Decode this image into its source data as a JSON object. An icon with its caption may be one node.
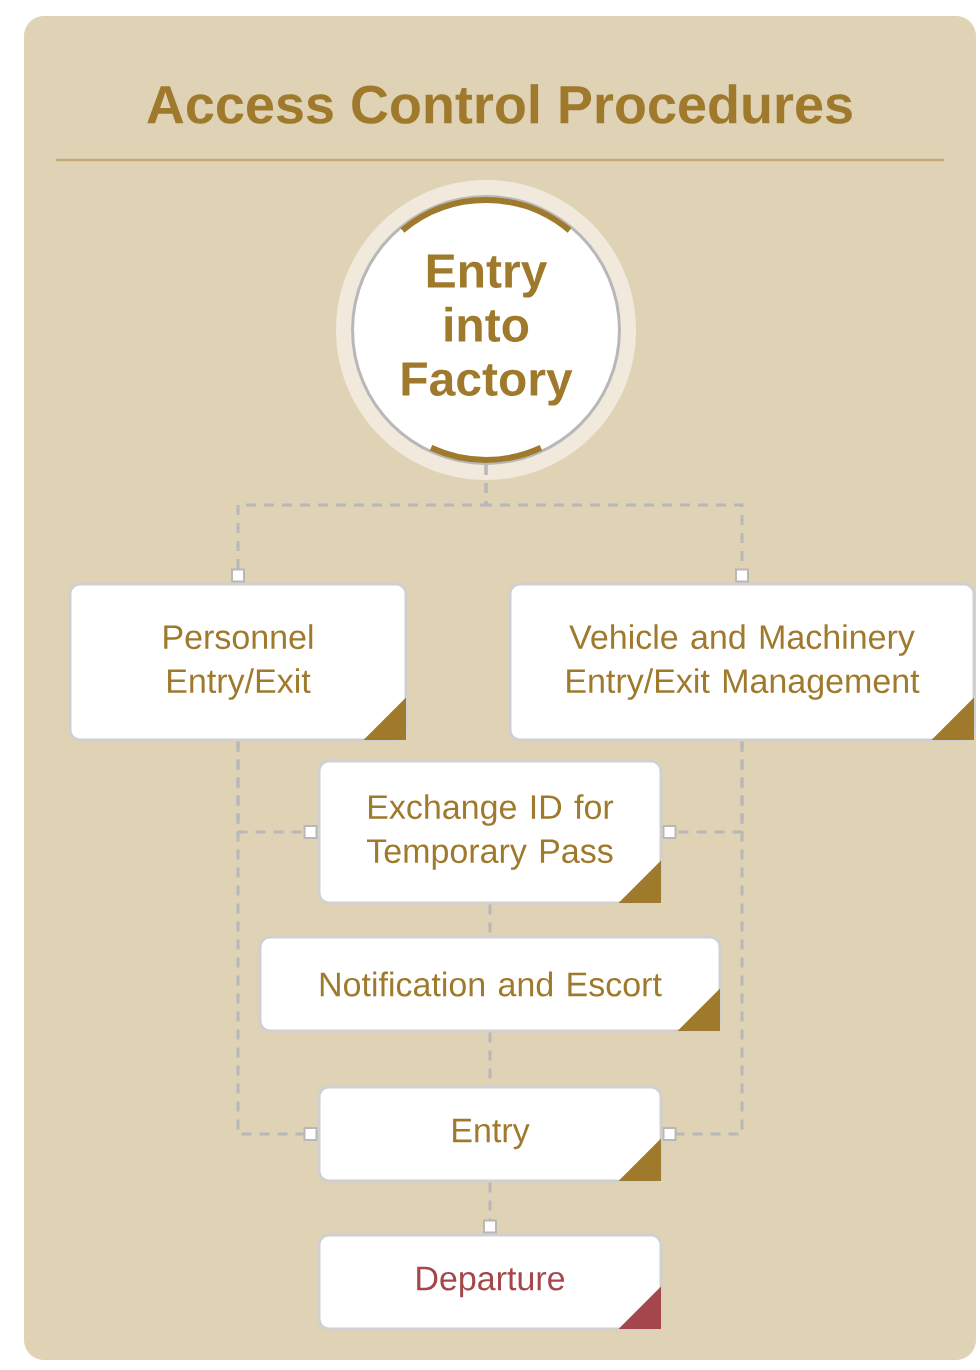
{
  "diagram": {
    "title": "Access Control Procedures",
    "nodes": [
      {
        "text": [
          "Entry into Factory"
        ]
      },
      {
        "text": [
          "Personnel Entry/Exit"
        ]
      },
      {
        "text": [
          "Vehicle and Machinery Entry/Exit Management"
        ]
      },
      {
        "text": [
          "Exchange ID for Temporary Pass"
        ]
      },
      {
        "text": [
          "Notification and Escort"
        ]
      },
      {
        "text": [
          "Entry"
        ]
      },
      {
        "text": [
          "Departure"
        ]
      }
    ],
    "edges": [
      {
        "from": 0,
        "to": 1,
        "arrow": "other",
        "style": "dashed"
      },
      {
        "from": 0,
        "to": 2,
        "arrow": "other",
        "style": "dashed"
      },
      {
        "from": 1,
        "to": 3,
        "arrow": "other",
        "style": "dashed"
      },
      {
        "from": 2,
        "to": 3,
        "arrow": "other",
        "style": "dashed"
      },
      {
        "from": 3,
        "to": 4,
        "arrow": "none",
        "style": "dashed"
      },
      {
        "from": 4,
        "to": 5,
        "arrow": "none",
        "style": "dashed"
      },
      {
        "from": 1,
        "to": 5,
        "arrow": "other",
        "style": "dashed"
      },
      {
        "from": 2,
        "to": 5,
        "arrow": "other",
        "style": "dashed"
      },
      {
        "from": 5,
        "to": 6,
        "arrow": "other",
        "style": "dashed"
      }
    ]
  }
}
